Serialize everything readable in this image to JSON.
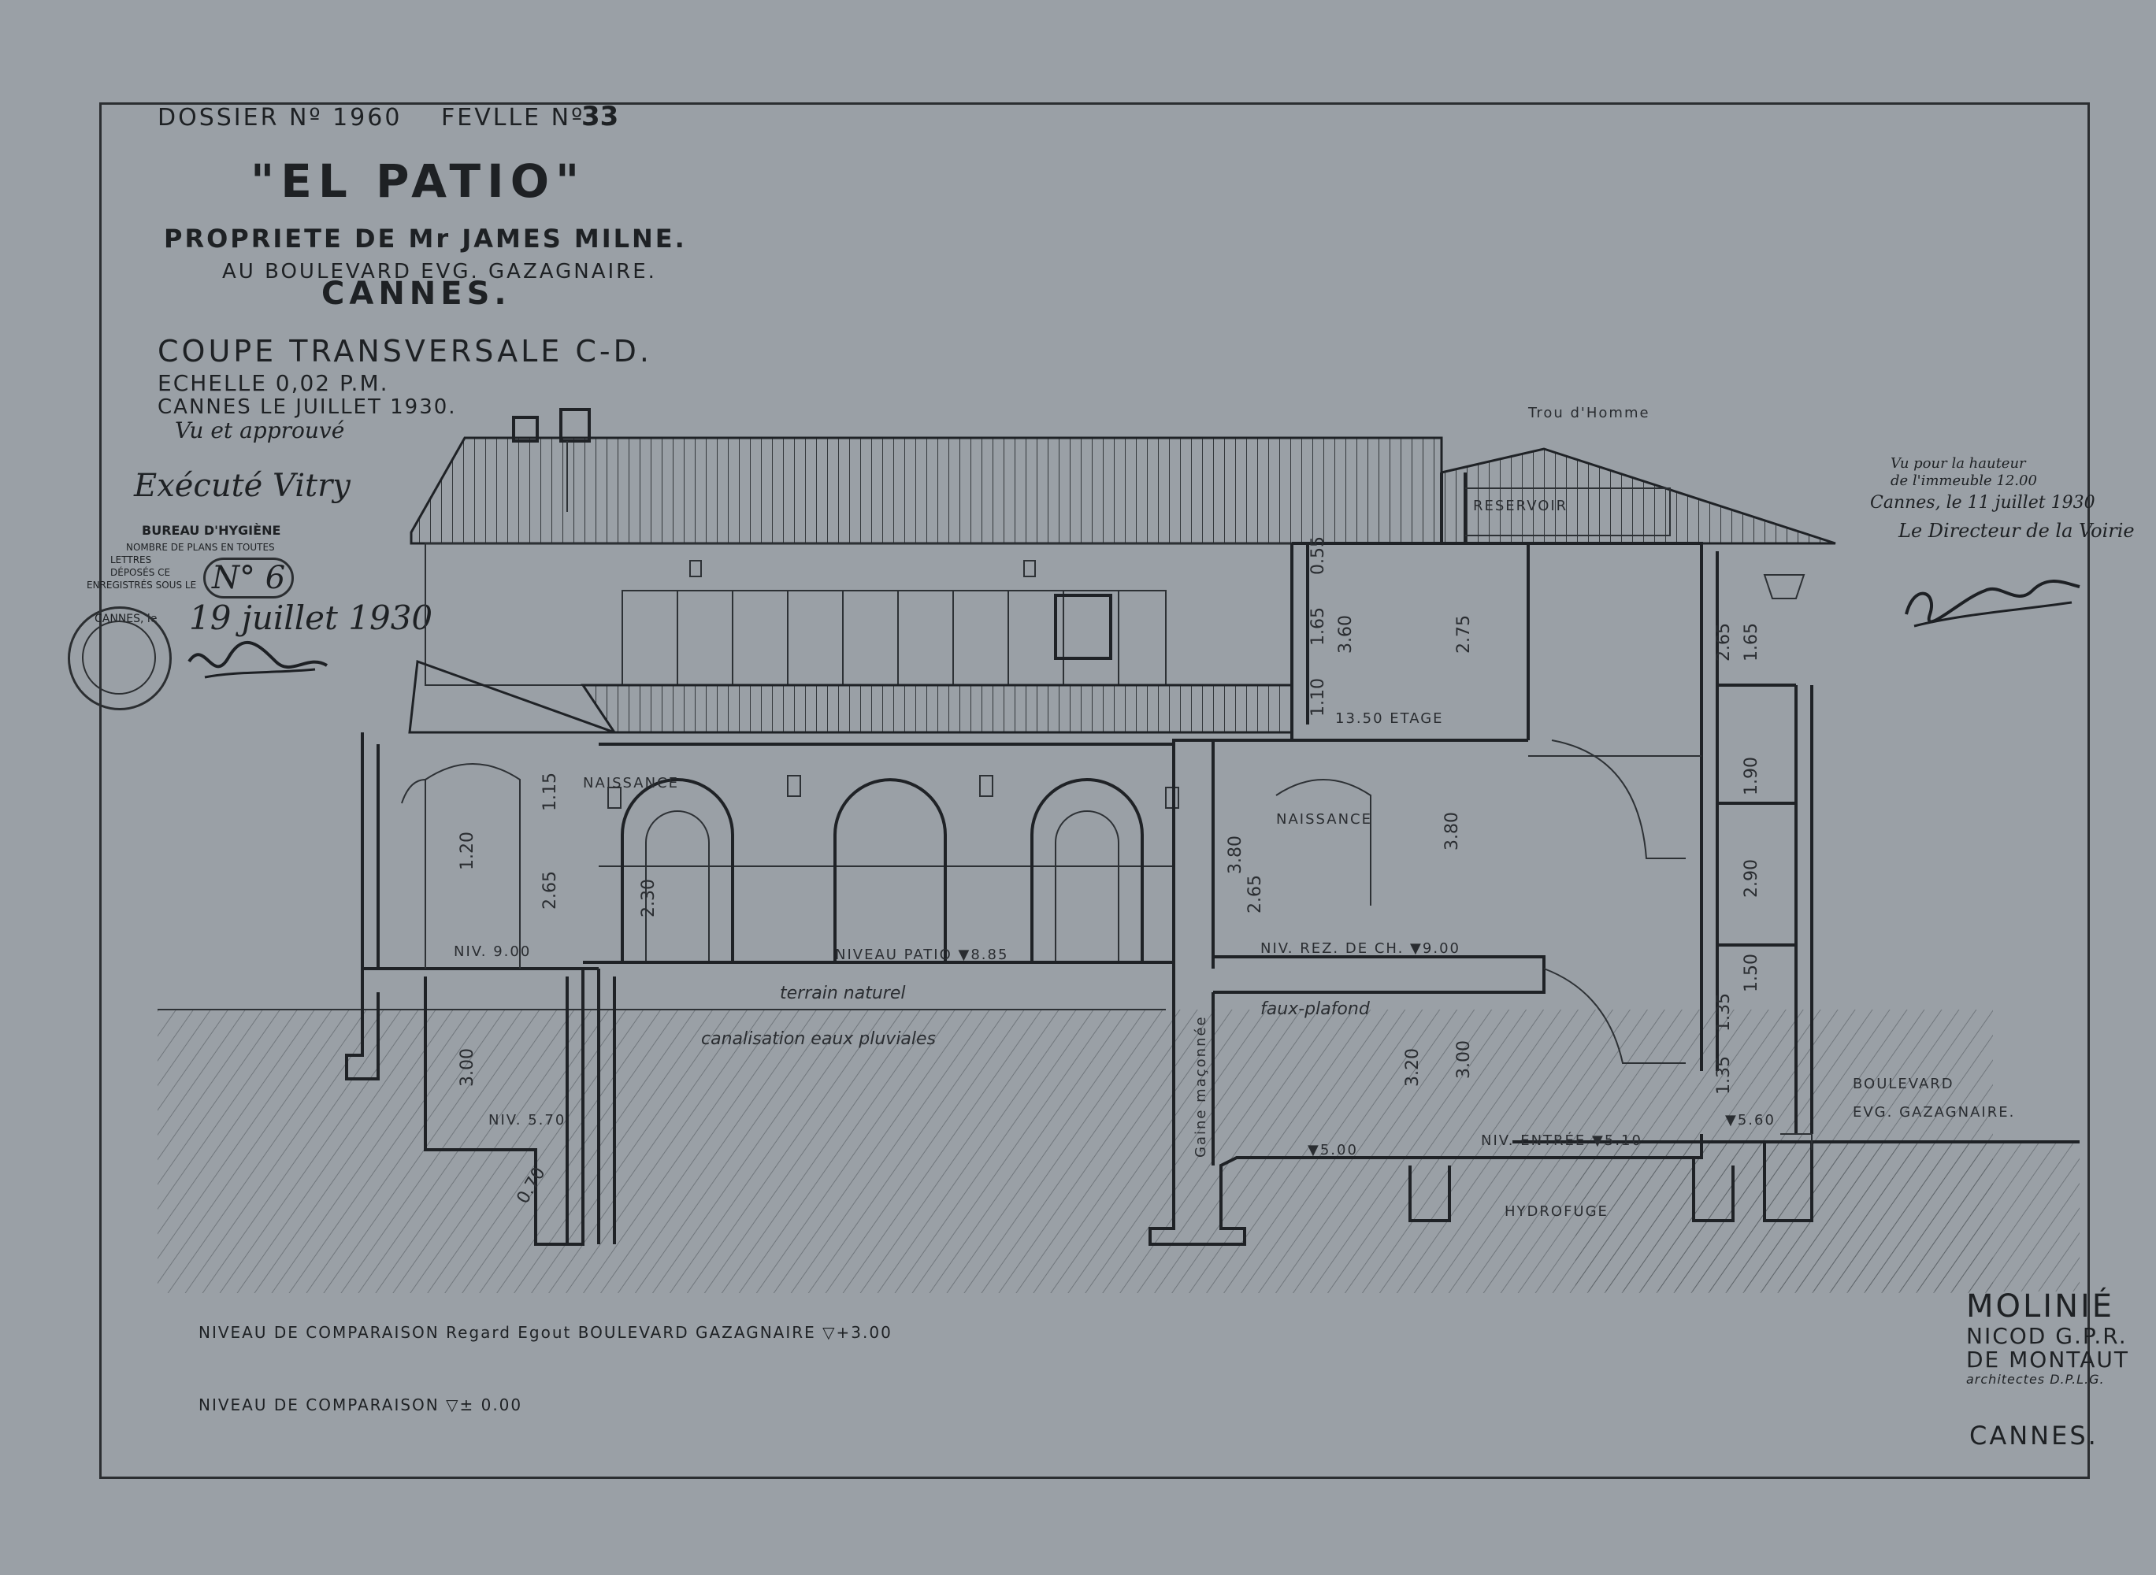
{
  "header": {
    "dossier": "DOSSIER Nº 1960",
    "feuille_label": "FEVLLE Nº",
    "feuille_number": "33",
    "title": "\"EL PATIO\"",
    "owner": "PROPRIETE DE Mr JAMES MILNE.",
    "address": "AU BOULEVARD EVG. GAZAGNAIRE.",
    "city": "CANNES.",
    "section_title": "COUPE TRANSVERSALE C-D.",
    "scale": "ECHELLE 0,02 P.M.",
    "date_line": "CANNES LE        JUILLET 1930.",
    "approved": "Vu et approuvé"
  },
  "hygiene": {
    "signature": "Exécuté Vitry",
    "office": "BUREAU D'HYGIÈNE",
    "line1": "NOMBRE DE PLANS EN TOUTES",
    "line2": "LETTRES",
    "line3": "DÉPOSÉS CE",
    "line4": "ENREGISTRÉS SOUS LE",
    "number": "N° 6",
    "date_label": "CANNES, le",
    "date": "19 juillet 1930"
  },
  "voirie": {
    "line1": "Vu pour la hauteur",
    "line2": "de l'immeuble 12.00",
    "line3": "Cannes, le 11 juillet 1930",
    "line4": "Le Directeur de la Voirie"
  },
  "labels": {
    "trou_homme": "Trou d'Homme",
    "reservoir": "RESERVOIR",
    "etage": "13.50 ETAGE",
    "naissance_left": "NAISSANCE",
    "naissance_right": "NAISSANCE",
    "niv_left": "NIV. 9.00",
    "niveau_patio": "NIVEAU PATIO ▼8.85",
    "niv_rez": "NIV. REZ. DE CH. ▼9.00",
    "terrain": "terrain naturel",
    "canalisation": "canalisation eaux pluviales",
    "faux_plafond": "faux-plafond",
    "niv_cave": "NIV. 5.70",
    "cave_level": "▼5.00",
    "niv_entree": "NIV. ENTRÉE ▼5.10",
    "gaine": "Gaine maçonnée",
    "hydrofuge": "HYDROFUGE",
    "niv_right": "▼5.60",
    "boulevard_1": "BOULEVARD",
    "boulevard_2": "EVG. GAZAGNAIRE."
  },
  "dimensions": {
    "d1": "1.20",
    "d2": "2.65",
    "d3": "1.15",
    "d4": "2.30",
    "d5": "3.80",
    "d6": "2.65",
    "d7": "3.80",
    "d8": "3.00",
    "d9": "3.20",
    "d10": "3.00",
    "d11": "3.60",
    "d12": "2.75",
    "d13": "1.65",
    "d14": "0.55",
    "d15": "1.10",
    "d16": "2.65",
    "d17": "1.65",
    "d18": "2.90",
    "d19": "1.90",
    "d20": "1.35",
    "d21": "1.35",
    "d22": "1.50",
    "d23": "0.70"
  },
  "comparison": {
    "line1": "NIVEAU DE COMPARAISON  Regard Egout  BOULEVARD GAZAGNAIRE ▽+3.00",
    "line2": "NIVEAU DE COMPARAISON ▽± 0.00"
  },
  "architects": {
    "line1": "MOLINIÉ",
    "line2": "NICOD G.P.R.",
    "line3": "DE MONTAUT",
    "line4": "architectes D.P.L.G.",
    "city": "CANNES."
  }
}
